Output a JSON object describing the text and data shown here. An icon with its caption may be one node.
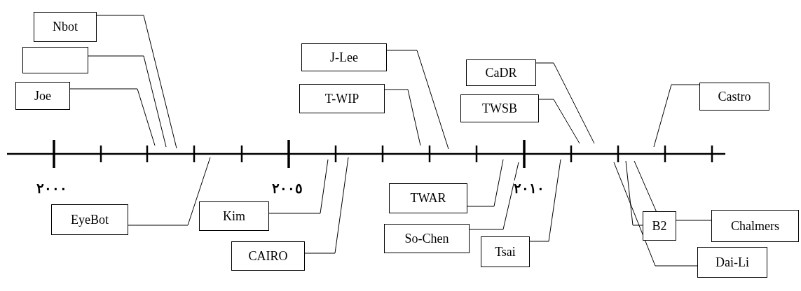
{
  "diagram": {
    "nodes": [
      {
        "text": [
          "Nbot"
        ]
      },
      {
        "text": [],
        "shape": "box"
      },
      {
        "text": [
          "Joe"
        ]
      },
      {
        "text": [
          "J-Lee"
        ]
      },
      {
        "text": [
          "T-WIP"
        ]
      },
      {
        "text": [
          "CaDR"
        ]
      },
      {
        "text": [
          "TWSB"
        ]
      },
      {
        "text": [
          "Castro"
        ]
      },
      {
        "text": [
          "EyeBot"
        ]
      },
      {
        "text": [
          "Kim"
        ]
      },
      {
        "text": [
          "CAIRO"
        ]
      },
      {
        "text": [
          "TWAR"
        ]
      },
      {
        "text": [
          "So-Chen"
        ]
      },
      {
        "text": [
          "Tsai"
        ]
      },
      {
        "text": [
          "B2"
        ]
      },
      {
        "text": [
          "Chalmers"
        ]
      },
      {
        "text": [
          "Dai-Li"
        ]
      }
    ],
    "edges": [
      {
        "from": 0,
        "to": null,
        "arrow": "none"
      },
      {
        "from": 1,
        "to": null,
        "arrow": "none"
      },
      {
        "from": 2,
        "to": null,
        "arrow": "none"
      },
      {
        "from": 3,
        "to": null,
        "arrow": "none"
      },
      {
        "from": 4,
        "to": null,
        "arrow": "none"
      },
      {
        "from": 5,
        "to": null,
        "arrow": "none"
      },
      {
        "from": 6,
        "to": null,
        "arrow": "none"
      },
      {
        "from": 7,
        "to": null,
        "arrow": "none"
      },
      {
        "from": 8,
        "to": null,
        "arrow": "none"
      },
      {
        "from": 9,
        "to": null,
        "arrow": "none"
      },
      {
        "from": 10,
        "to": null,
        "arrow": "none"
      },
      {
        "from": 11,
        "to": null,
        "arrow": "none"
      },
      {
        "from": 12,
        "to": null,
        "arrow": "none"
      },
      {
        "from": 13,
        "to": null,
        "arrow": "none"
      },
      {
        "from": 14,
        "to": null,
        "arrow": "none"
      },
      {
        "from": 15,
        "to": null,
        "arrow": "none"
      },
      {
        "from": 16,
        "to": null,
        "arrow": "none"
      }
    ],
    "labels": [
      "٢٠٠٠",
      "٢٠٠٥",
      "٢٠١٠"
    ]
  }
}
